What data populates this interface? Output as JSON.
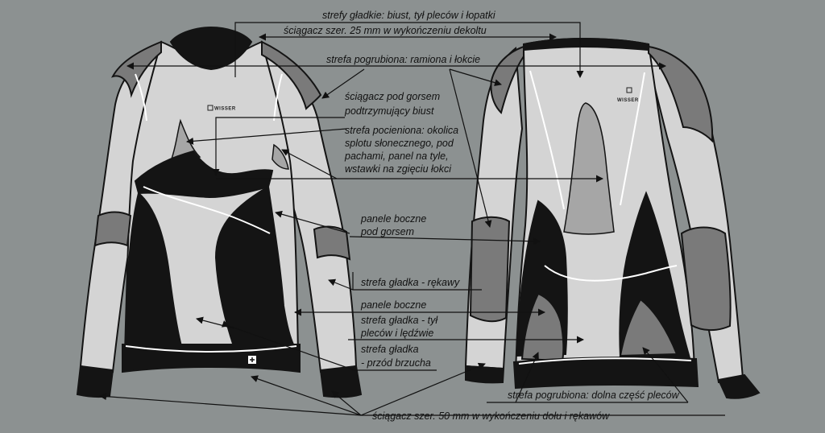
{
  "labels": {
    "l1": "strefy gładkie: biust, tył pleców i łopatki",
    "l2": "ściągacz szer. 25 mm w wykończeniu dekoltu",
    "l3": "strefa pogrubiona: ramiona i łokcie",
    "l4a": "ściągacz pod gorsem",
    "l4b": "podtrzymujący biust",
    "l5a": "strefa pocieniona: okolica",
    "l5b": "splotu słonecznego, pod",
    "l5c": "pachami, panel na tyle,",
    "l5d": "wstawki na zgięciu łokci",
    "l6a": "panele boczne",
    "l6b": "pod gorsem",
    "l7": "strefa gładka - rękawy",
    "l8": "panele boczne",
    "l9a": "strefa gładka - tył",
    "l9b": "pleców i lędźwie",
    "l10a": "strefa gładka",
    "l10b": "- przód brzucha",
    "l11": "strefa pogrubiona: dolna część pleców",
    "l12": "ściągacz szer. 50 mm w wykończeniu dołu i rękawów"
  },
  "brand": {
    "front": "WISSER",
    "back": "WISSER"
  },
  "colors": {
    "background": "#8c9191",
    "black": "#141414",
    "light": "#d4d4d4",
    "mid": "#7a7a7a",
    "thin": "#a6a6a6"
  }
}
